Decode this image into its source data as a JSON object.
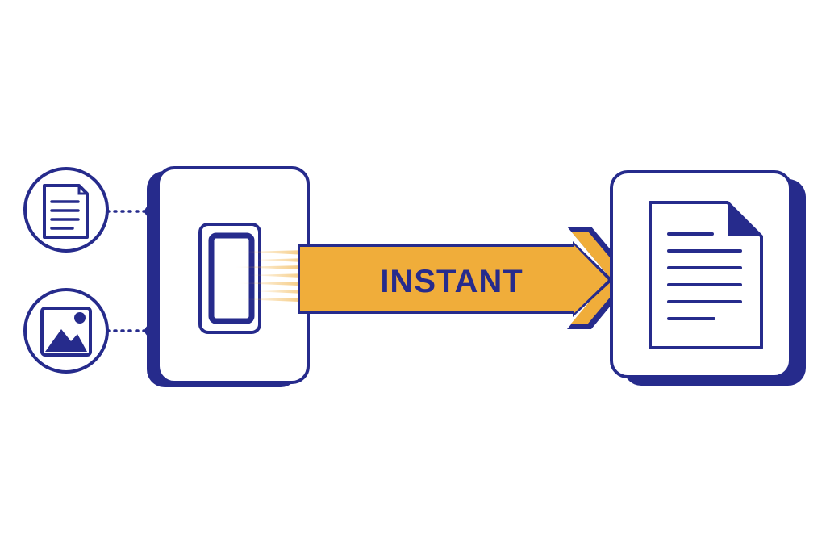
{
  "diagram": {
    "arrow_label": "INSTANT",
    "inputs": [
      {
        "kind": "document",
        "icon": "document-icon"
      },
      {
        "kind": "image",
        "icon": "image-icon"
      }
    ],
    "output": {
      "icon": "document-icon"
    }
  },
  "colors": {
    "stroke": "#262b8c",
    "accent": "#f0ad3a",
    "background": "#ffffff"
  }
}
